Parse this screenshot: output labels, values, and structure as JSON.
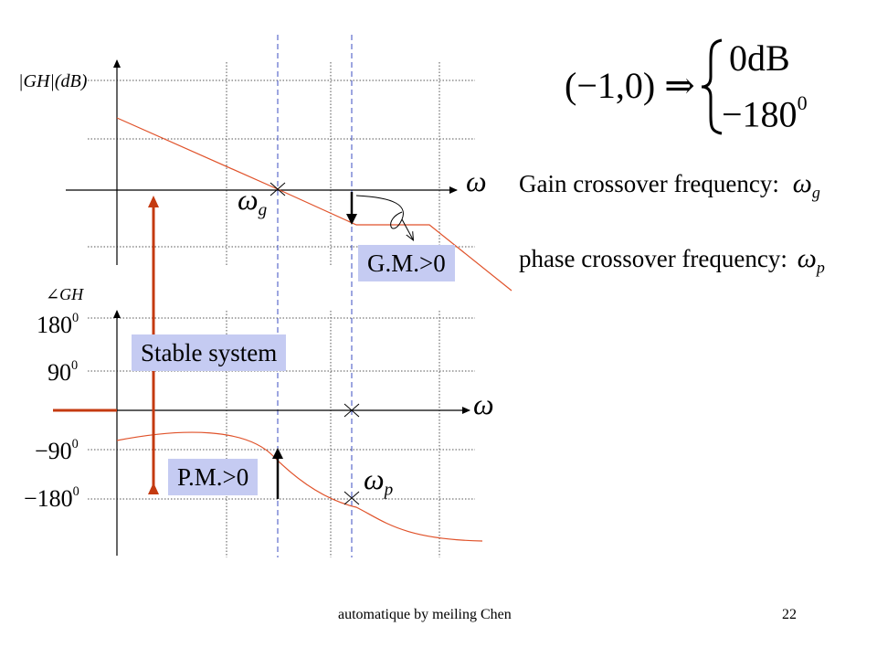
{
  "diagram": {
    "magnitude_axis_label": "|GH|(dB)",
    "phase_axis_label": "∠GH",
    "omega_symbol": "ω",
    "omega_g_sub": "g",
    "omega_p_sub": "p",
    "phase_ticks": [
      {
        "base": "180",
        "sup": "0"
      },
      {
        "base": "90",
        "sup": "0"
      },
      {
        "base": "−90",
        "sup": "0"
      },
      {
        "base": "−180",
        "sup": "0"
      }
    ],
    "gm_label": "G.M.>0",
    "pm_label": "P.M.>0",
    "stable_label": "Stable system",
    "colors": {
      "curve": "#e0522a",
      "stable_arrow": "#c43a10",
      "highlight_box": "#c5cbf2",
      "dashed": "#3b4cc0",
      "grid": "#555555"
    }
  },
  "formula": {
    "lhs": "(−1,0) ⇒",
    "case_top": "0dB",
    "case_bottom": "−180",
    "case_bottom_sup": "0"
  },
  "definitions": [
    {
      "text": "Gain crossover frequency:",
      "symbol": "ω",
      "sub": "g"
    },
    {
      "text": "phase crossover frequency:",
      "symbol": "ω",
      "sub": "p"
    }
  ],
  "footer": {
    "author": "automatique by meiling Chen",
    "page": "22"
  }
}
